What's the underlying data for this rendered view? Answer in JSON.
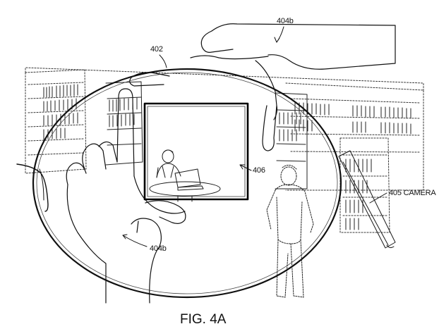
{
  "labels": {
    "ref_402": "402",
    "ref_404b_top": "404b",
    "ref_404b_bottom": "404b",
    "ref_406": "406",
    "ref_405": "405 CAMERA"
  },
  "caption": "FIG. 4A",
  "colors": {
    "line": "#1a1a1a",
    "faint": "#555555",
    "background": "#ffffff"
  }
}
